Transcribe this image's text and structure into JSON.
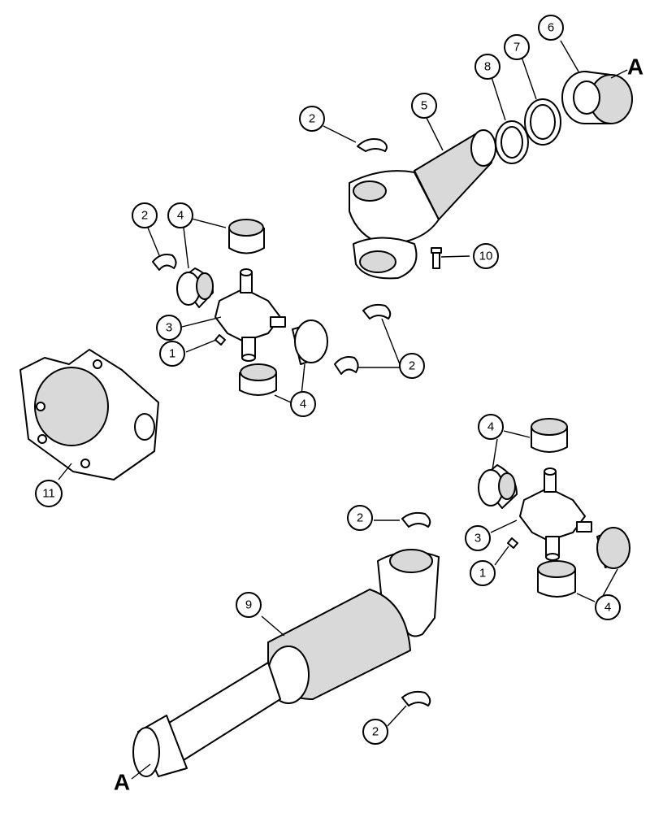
{
  "callouts": {
    "c1a": "1",
    "c1b": "1",
    "c2a": "2",
    "c2b": "2",
    "c2c": "2",
    "c2d": "2",
    "c2e": "2",
    "c3a": "3",
    "c3b": "3",
    "c4a": "4",
    "c4b": "4",
    "c4c": "4",
    "c4d": "4",
    "c5": "5",
    "c6": "6",
    "c7": "7",
    "c8": "8",
    "c9": "9",
    "c10": "10",
    "c11": "11"
  },
  "refs": {
    "top": "A",
    "bottom": "A"
  }
}
